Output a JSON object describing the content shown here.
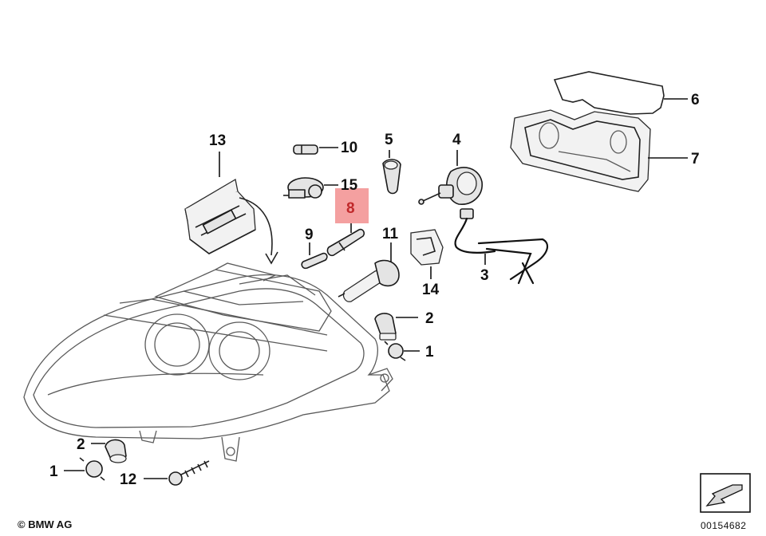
{
  "diagram": {
    "highlight_color": "#f4a0a0",
    "callouts": [
      {
        "id": "c13",
        "label": "13"
      },
      {
        "id": "c10",
        "label": "10"
      },
      {
        "id": "c15",
        "label": "15"
      },
      {
        "id": "c5",
        "label": "5"
      },
      {
        "id": "c4",
        "label": "4"
      },
      {
        "id": "c6",
        "label": "6"
      },
      {
        "id": "c7",
        "label": "7"
      },
      {
        "id": "c8",
        "label": "8",
        "highlighted": true
      },
      {
        "id": "c9",
        "label": "9"
      },
      {
        "id": "c11",
        "label": "11"
      },
      {
        "id": "c14",
        "label": "14"
      },
      {
        "id": "c3",
        "label": "3"
      },
      {
        "id": "c2a",
        "label": "2"
      },
      {
        "id": "c1a",
        "label": "1"
      },
      {
        "id": "c2b",
        "label": "2"
      },
      {
        "id": "c1b",
        "label": "1"
      },
      {
        "id": "c12",
        "label": "12"
      }
    ],
    "copyright": "© BMW AG",
    "document_number": "00154682",
    "corner_icon": "arrow-direction-icon"
  }
}
